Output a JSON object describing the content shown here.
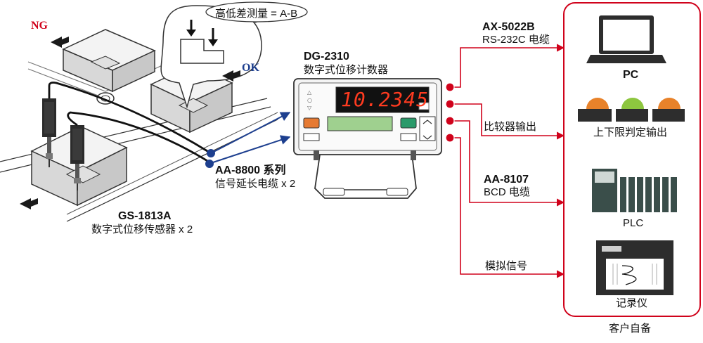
{
  "labels": {
    "formula": "高低差测量 = A-B",
    "ng": "NG",
    "ok": "OK",
    "counter_model": "DG-2310",
    "counter_desc": "数字式位移计数器",
    "display_value": "10.2345",
    "cable_model": "AA-8800 系列",
    "cable_desc": "信号延长电缆 x 2",
    "sensor_model": "GS-1813A",
    "sensor_desc": "数字式位移传感器 x 2",
    "rs232_model": "AX-5022B",
    "rs232_desc": "RS-232C 电缆",
    "comparator_output": "比较器输出",
    "bcd_model": "AA-8107",
    "bcd_desc": "BCD 电缆",
    "analog_signal": "模拟信号",
    "pc": "PC",
    "limit_output": "上下限判定输出",
    "plc": "PLC",
    "recorder": "记录仪",
    "customer_supplied": "客户自备"
  },
  "colors": {
    "red": "#d0021b",
    "navy": "#1d3f8f",
    "dark": "#333333",
    "led": "#ff3b20",
    "lamp_orange": "#e8822a",
    "lamp_green": "#8dc63f"
  },
  "icons": [
    "arrow-icon",
    "laptop-icon",
    "signal-lamp-icon",
    "plc-icon",
    "recorder-icon",
    "sensor-icon"
  ]
}
